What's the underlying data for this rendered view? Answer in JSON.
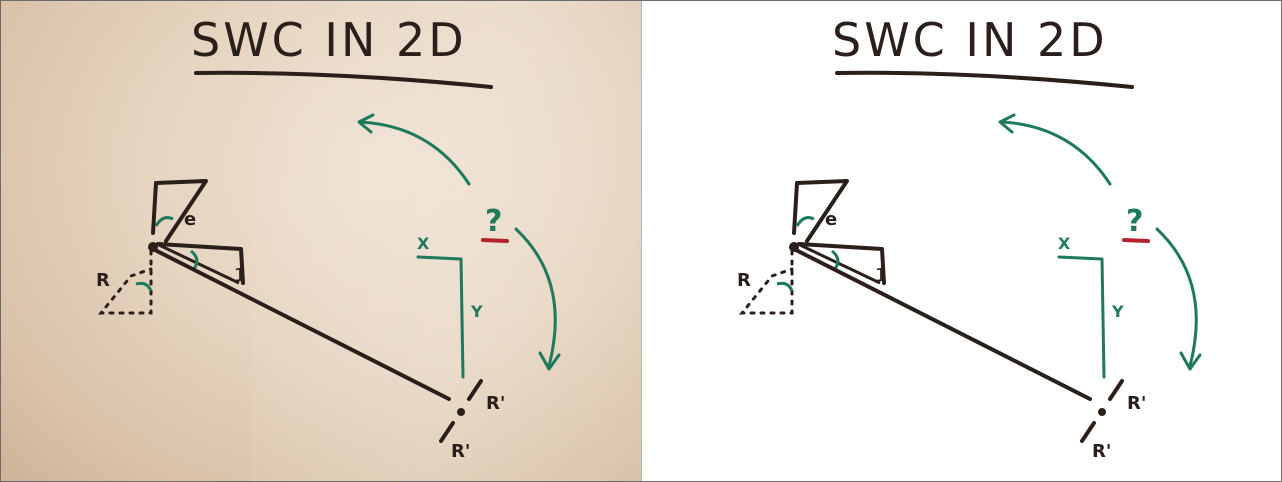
{
  "title": "SWC IN 2D",
  "labels": {
    "origin_label": "R",
    "target_label_top": "R'",
    "target_label_bottom": "R'",
    "x_axis": "X",
    "y_axis": "Y",
    "question": "?",
    "unit": "1",
    "angle_label": "e"
  },
  "panels": [
    "original-photo",
    "processed-scan"
  ],
  "colors": {
    "ink": "#2a1f1a",
    "green": "#1f7a5c",
    "red": "#b4232a",
    "paper": "#e6d4c0"
  }
}
